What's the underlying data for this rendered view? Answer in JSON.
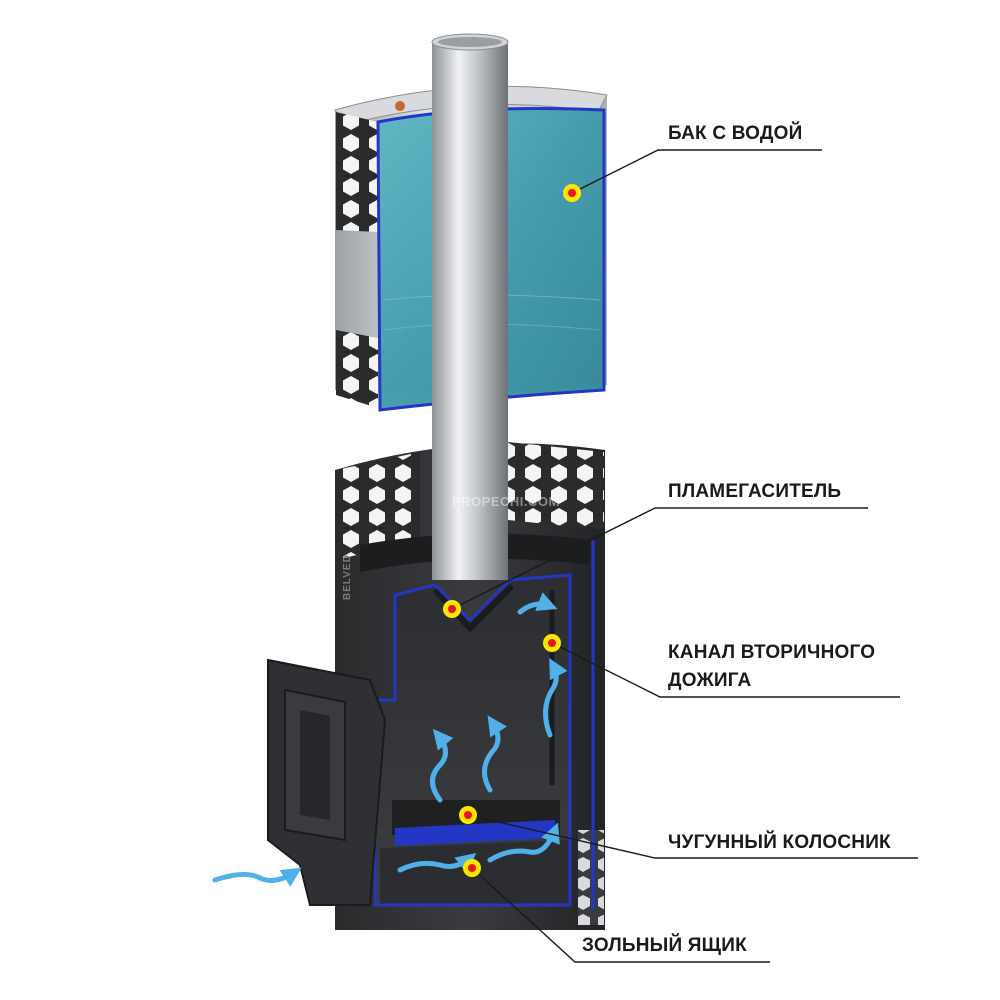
{
  "labels": {
    "water_tank": "БАК С ВОДОЙ",
    "flame_arrester": "ПЛАМЕГАСИТЕЛЬ",
    "afterburn_line1": "КАНАЛ ВТОРИЧНОГО",
    "afterburn_line2": "ДОЖИГА",
    "grate": "ЧУГУННЫЙ КОЛОСНИК",
    "ash_box": "ЗОЛЬНЫЙ ЯЩИК"
  },
  "watermark": "PROPECHI.COM",
  "brand": "BELVED",
  "colors": {
    "outline": "#2436c4",
    "water": "#4aa6b6",
    "marker_fill": "#ffe600",
    "marker_core": "#e8141e",
    "steel_dark": "#2b2c2e",
    "airflow": "#4fb0ea"
  }
}
